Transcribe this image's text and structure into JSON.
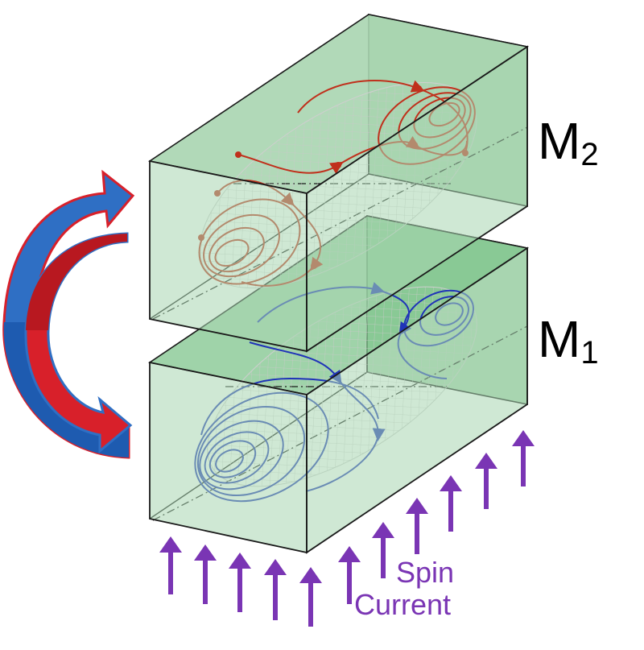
{
  "labels": {
    "magnet_top": {
      "base": "M",
      "sub": "2"
    },
    "magnet_bottom": {
      "base": "M",
      "sub": "1"
    },
    "spin_word": "Spin",
    "current_word": "Current"
  },
  "colors": {
    "box_face": "#a8d5b0",
    "box_edge": "#1a1a1a",
    "trajectory_top": "#c0301c",
    "trajectory_bottom": "#1f33b8",
    "ellipsoid_mesh": "#c8c8c8",
    "spin_arrow": "#7a35b4",
    "exchange_arrow_blue": "#2f6fc4",
    "exchange_arrow_red": "#d8202a"
  },
  "icons": {
    "exchange_arrow_outer": "curved-arrow-blue",
    "exchange_arrow_inner": "curved-arrow-red",
    "spin_current_arrows": "up-arrow"
  }
}
